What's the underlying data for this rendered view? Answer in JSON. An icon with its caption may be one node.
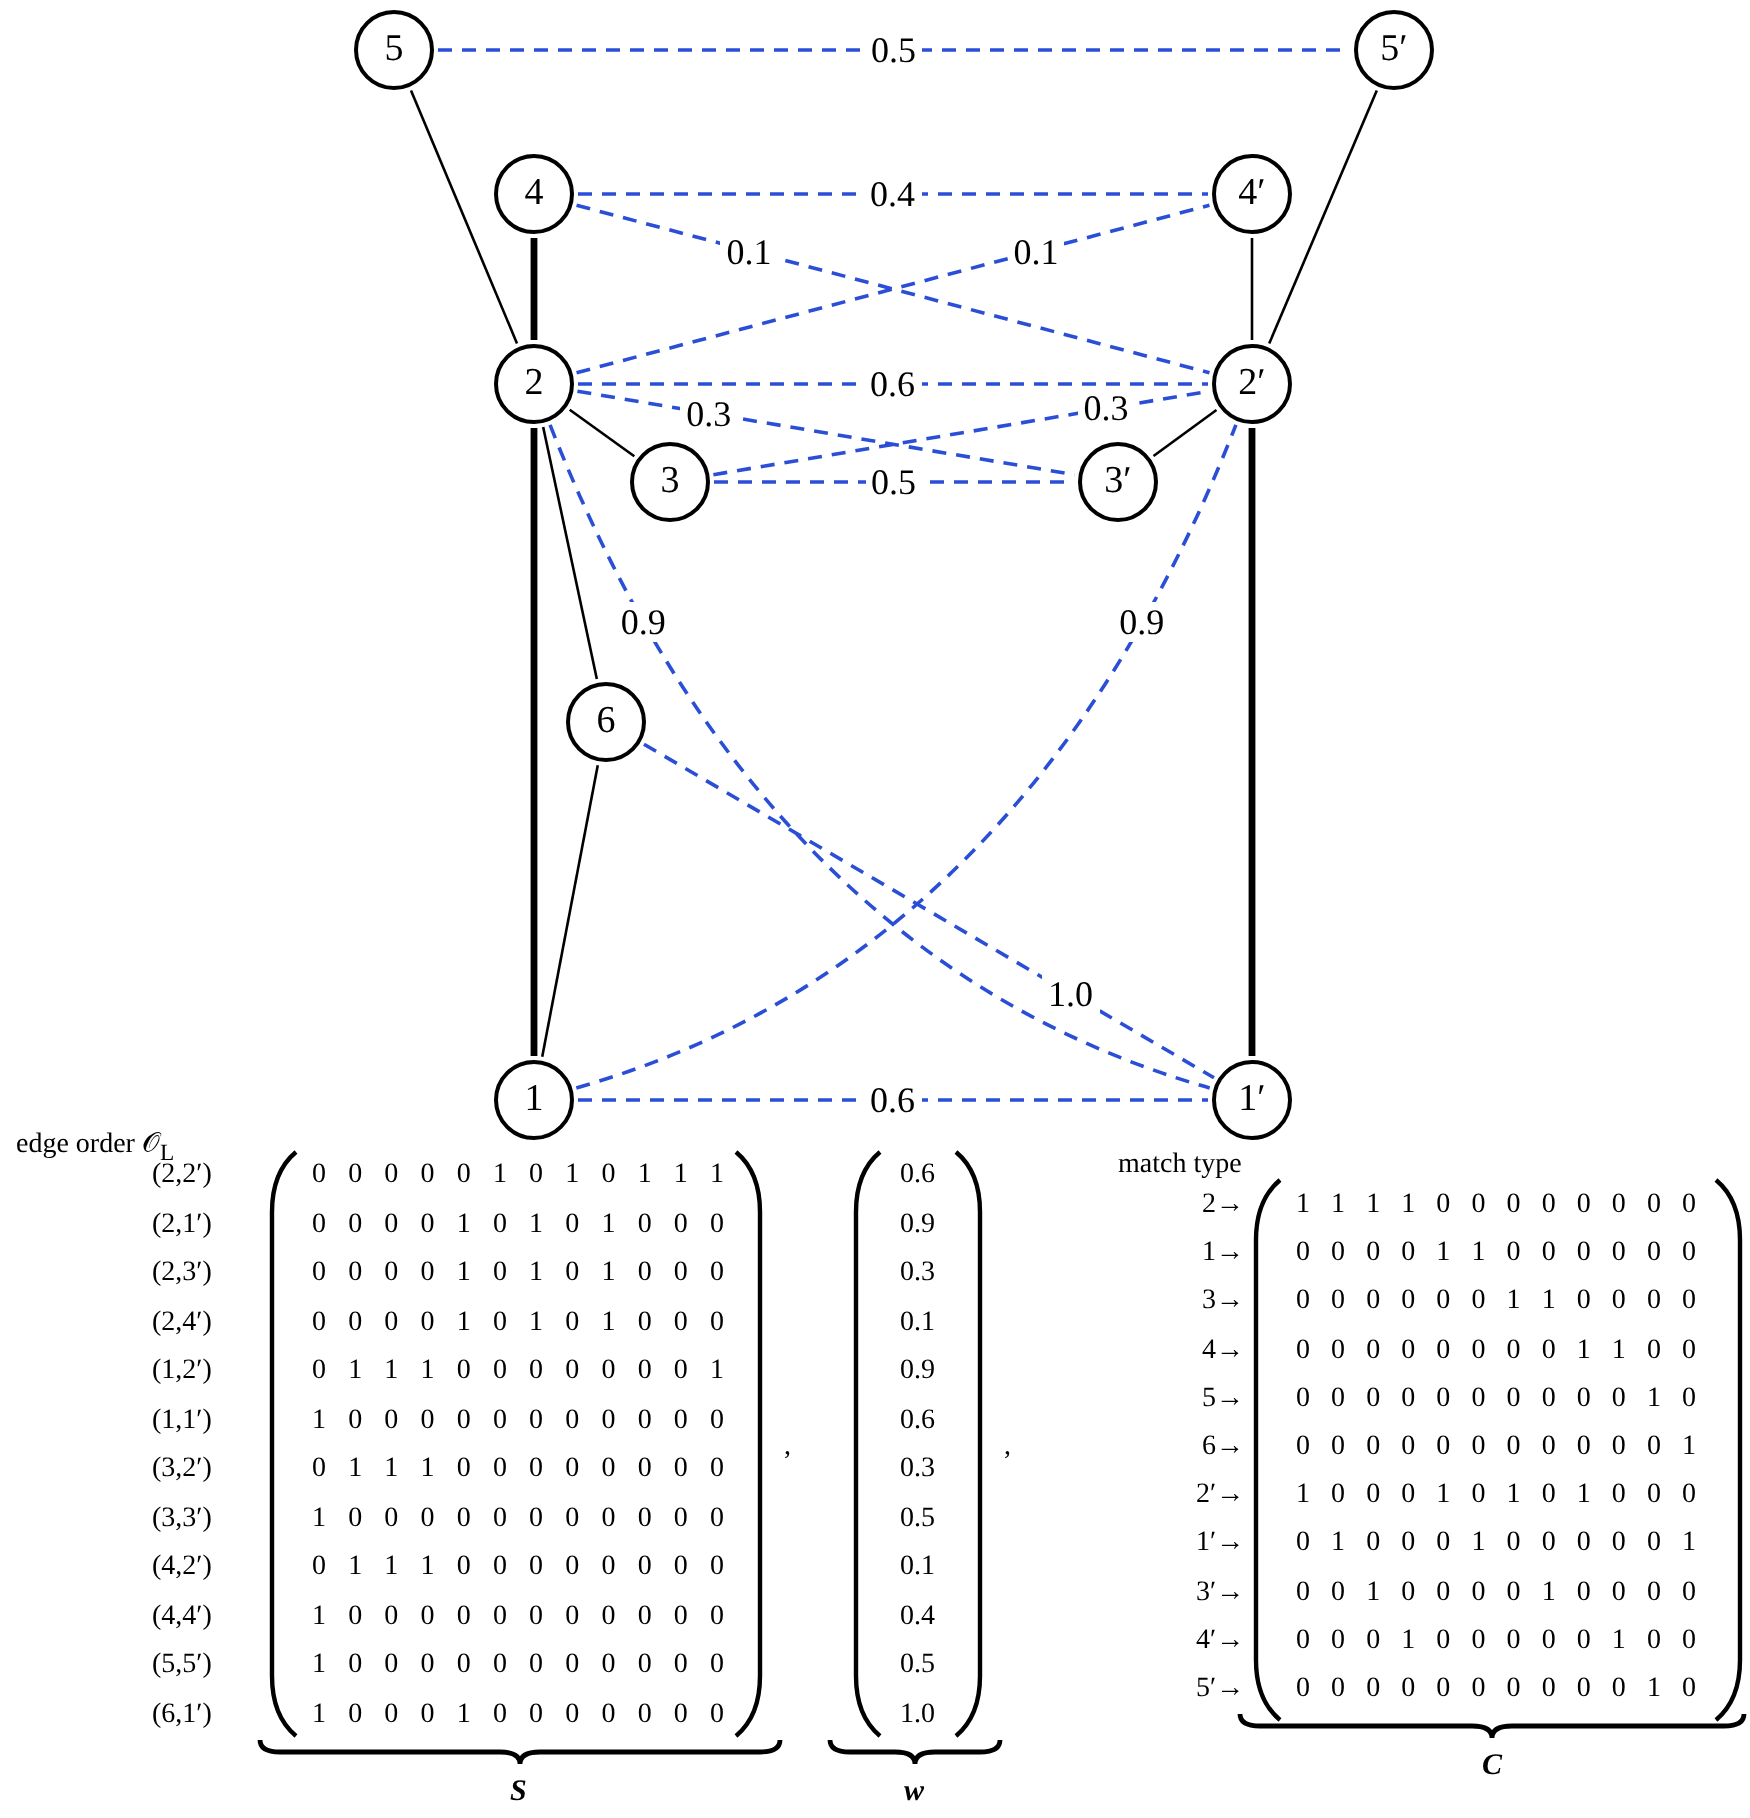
{
  "diagram": {
    "nodes": [
      {
        "text": [
          "5"
        ]
      },
      {
        "text": [
          "5′"
        ]
      },
      {
        "text": [
          "4"
        ]
      },
      {
        "text": [
          "4′"
        ]
      },
      {
        "text": [
          "2"
        ]
      },
      {
        "text": [
          "2′"
        ]
      },
      {
        "text": [
          "3"
        ]
      },
      {
        "text": [
          "3′"
        ]
      },
      {
        "text": [
          "6"
        ]
      },
      {
        "text": [
          "1"
        ]
      },
      {
        "text": [
          "1′"
        ]
      }
    ],
    "edges": [
      {
        "from": 4,
        "to": 5,
        "arrow": "none",
        "style": "dashed",
        "label": "0.6"
      },
      {
        "from": 4,
        "to": 10,
        "arrow": "none",
        "style": "dashed",
        "label": "0.9"
      },
      {
        "from": 4,
        "to": 7,
        "arrow": "none",
        "style": "dashed",
        "label": "0.3"
      },
      {
        "from": 4,
        "to": 3,
        "arrow": "none",
        "style": "dashed",
        "label": "0.1"
      },
      {
        "from": 9,
        "to": 5,
        "arrow": "none",
        "style": "dashed",
        "label": "0.9"
      },
      {
        "from": 9,
        "to": 10,
        "arrow": "none",
        "style": "dashed",
        "label": "0.6"
      },
      {
        "from": 6,
        "to": 5,
        "arrow": "none",
        "style": "dashed",
        "label": "0.3"
      },
      {
        "from": 6,
        "to": 7,
        "arrow": "none",
        "style": "dashed",
        "label": "0.5"
      },
      {
        "from": 2,
        "to": 5,
        "arrow": "none",
        "style": "dashed",
        "label": "0.1"
      },
      {
        "from": 2,
        "to": 3,
        "arrow": "none",
        "style": "dashed",
        "label": "0.4"
      },
      {
        "from": 0,
        "to": 1,
        "arrow": "none",
        "style": "dashed",
        "label": "0.5"
      },
      {
        "from": 8,
        "to": 10,
        "arrow": "none",
        "style": "dashed",
        "label": "1.0"
      },
      {
        "from": 0,
        "to": 4,
        "arrow": "none",
        "color": "#000000"
      },
      {
        "from": 2,
        "to": 4,
        "arrow": "none",
        "style": "thick",
        "color": "#000000"
      },
      {
        "from": 4,
        "to": 6,
        "arrow": "none",
        "color": "#000000"
      },
      {
        "from": 4,
        "to": 8,
        "arrow": "none",
        "color": "#000000"
      },
      {
        "from": 4,
        "to": 9,
        "arrow": "none",
        "style": "thick",
        "color": "#000000"
      },
      {
        "from": 8,
        "to": 9,
        "arrow": "none",
        "color": "#000000"
      },
      {
        "from": 1,
        "to": 5,
        "arrow": "none",
        "color": "#000000"
      },
      {
        "from": 3,
        "to": 5,
        "arrow": "none",
        "color": "#000000"
      },
      {
        "from": 7,
        "to": 5,
        "arrow": "none",
        "color": "#000000"
      },
      {
        "from": 5,
        "to": 10,
        "arrow": "none",
        "style": "thick",
        "color": "#000000"
      }
    ],
    "labels": [
      "edge order 𝒪$_{L}$",
      "(2,2′)",
      "(2,1′)",
      "(2,3′)",
      "(2,4′)",
      "(1,2′)",
      "(1,1′)",
      "(3,2′)",
      "(3,3′)",
      "(4,2′)",
      "(4,4′)",
      "(5,5′)",
      "(6,1′)",
      "0 0 0 0 0 1 0 1 0 1 1 1",
      "0 0 0 0 1 0 1 0 1 0 0 0",
      "0 0 0 0 1 0 1 0 1 0 0 0",
      "0 0 0 0 1 0 1 0 1 0 0 0",
      "0 1 1 1 0 0 0 0 0 0 0 1",
      "1 0 0 0 0 0 0 0 0 0 0 0",
      "0 1 1 1 0 0 0 0 0 0 0 0",
      "1 0 0 0 0 0 0 0 0 0 0 0",
      "0 1 1 1 0 0 0 0 0 0 0 0",
      "1 0 0 0 0 0 0 0 0 0 0 0",
      "1 0 0 0 0 0 0 0 0 0 0 0",
      "1 0 0 0 1 0 0 0 0 0 0 0",
      ",",
      "0.6",
      "0.9",
      "0.3",
      "0.1",
      "0.9",
      "0.6",
      "0.3",
      "0.5",
      "0.1",
      "0.4",
      "0.5",
      "1.0",
      ",",
      "match type",
      "2→",
      "1→",
      "3→",
      "4→",
      "5→",
      "6→",
      "2′→",
      "1′→",
      "3′→",
      "4′→",
      "5′→",
      "1 1 1 1 0 0 0 0 0 0 0 0",
      "0 0 0 0 1 1 0 0 0 0 0 0",
      "0 0 0 0 0 0 1 1 0 0 0 0",
      "0 0 0 0 0 0 0 0 1 1 0 0",
      "0 0 0 0 0 0 0 0 0 0 1 0",
      "0 0 0 0 0 0 0 0 0 0 0 1",
      "1 0 0 0 1 0 1 0 1 0 0 0",
      "0 1 0 0 0 1 0 0 0 0 0 1",
      "0 0 1 0 0 0 0 1 0 0 0 0",
      "0 0 0 1 0 0 0 0 0 1 0 0",
      "0 0 0 0 0 0 0 0 0 0 1 0",
      "S",
      "w",
      "C"
    ]
  }
}
